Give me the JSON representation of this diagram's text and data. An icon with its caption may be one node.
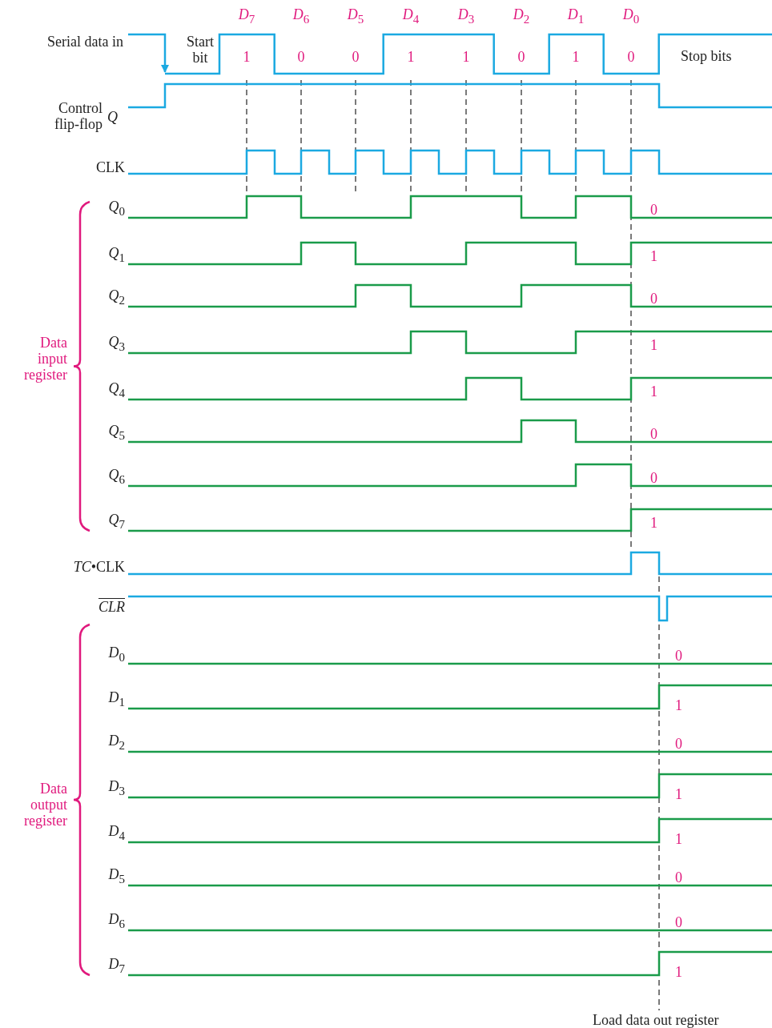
{
  "diagram": {
    "labels": [
      "*D*$_{7}$",
      "*D*$_{6}$",
      "*D*$_{5}$",
      "*D*$_{4}$",
      "*D*$_{3}$",
      "*D*$_{2}$",
      "*D*$_{1}$",
      "*D*$_{0}$",
      "Serial data in",
      "Start bit",
      "1",
      "0",
      "0",
      "1",
      "1",
      "0",
      "1",
      "0",
      "Stop bits",
      "Control flip-flop",
      "*Q*",
      "CLK",
      "Data input register",
      "*Q*$_{0}$",
      "0",
      "*Q*$_{1}$",
      "1",
      "*Q*$_{2}$",
      "0",
      "*Q*$_{3}$",
      "1",
      "*Q*$_{4}$",
      "1",
      "*Q*$_{5}$",
      "0",
      "*Q*$_{6}$",
      "0",
      "*Q*$_{7}$",
      "1",
      "*TC*•CLK",
      "CLR",
      "Data output register",
      "*D*$_{0}$",
      "0",
      "*D*$_{1}$",
      "1",
      "*D*$_{2}$",
      "0",
      "*D*$_{3}$",
      "1",
      "*D*$_{4}$",
      "1",
      "*D*$_{5}$",
      "0",
      "*D*$_{6}$",
      "0",
      "*D*$_{7}$",
      "1",
      "Load data out register"
    ]
  }
}
